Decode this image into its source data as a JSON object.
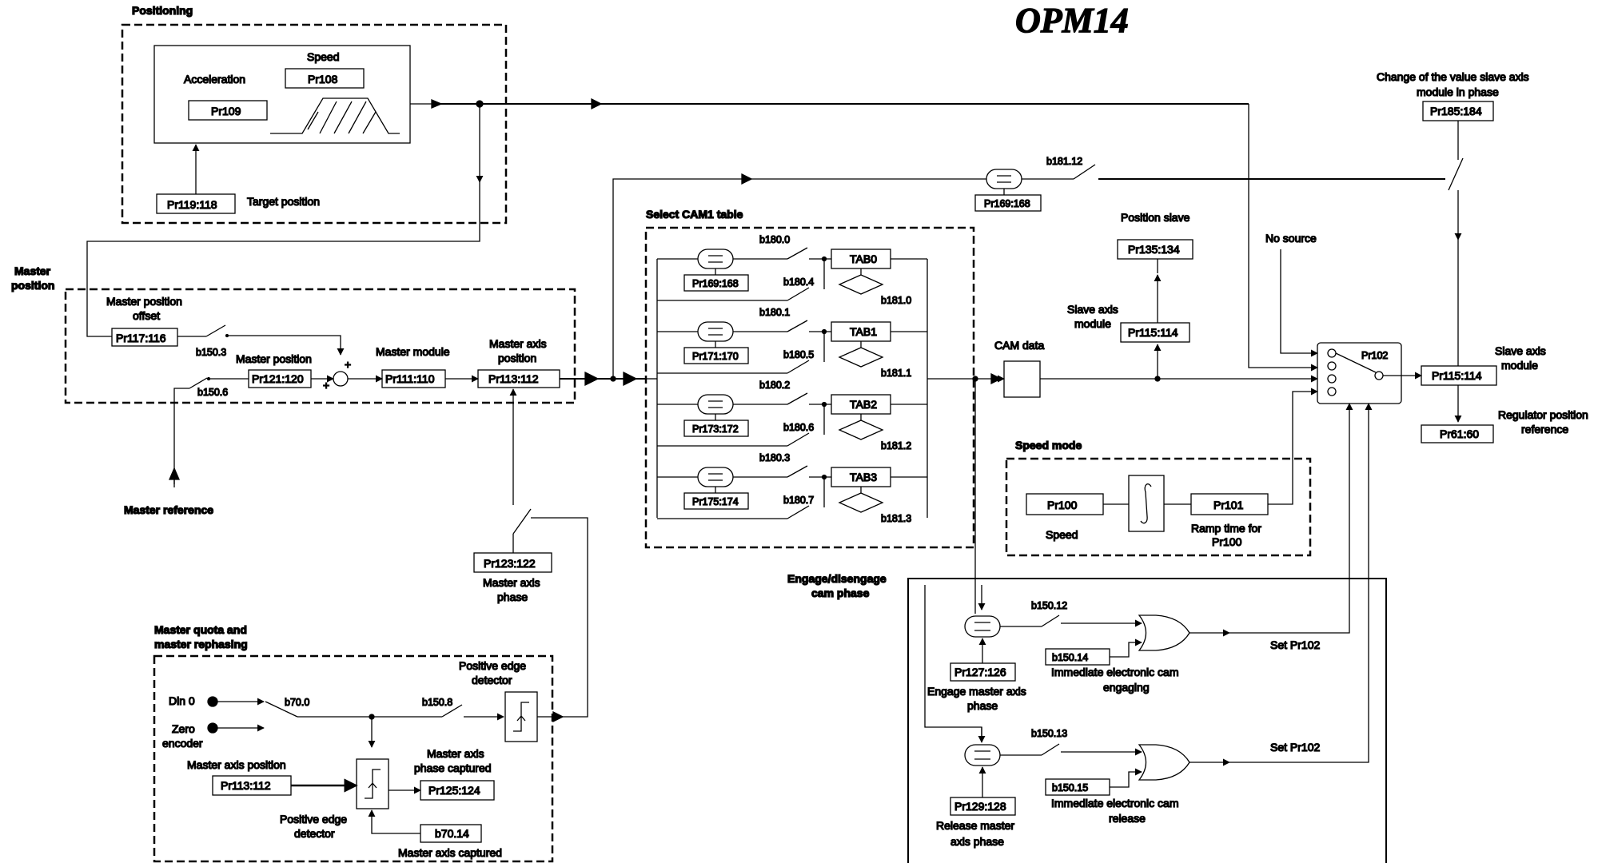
{
  "title": "OPM14",
  "groups": {
    "positioning": "Positioning",
    "select_cam": "Select CAM1 table",
    "speed_mode": "Speed mode",
    "master_quota_1": "Master quota and",
    "master_quota_2": "master rephasing",
    "engage_1": "Engage/disengage",
    "engage_2": "cam phase"
  },
  "params": {
    "pr108": "Pr108",
    "pr109": "Pr109",
    "pr119": "Pr119:118",
    "pr117": "Pr117:116",
    "pr121": "Pr121:120",
    "pr111": "Pr111:110",
    "pr113": "Pr113:112",
    "pr169a": "Pr169:168",
    "pr169b": "Pr169:168",
    "pr171": "Pr171:170",
    "pr173": "Pr173:172",
    "pr175": "Pr175:174",
    "pr135": "Pr135:134",
    "pr115a": "Pr115:114",
    "pr115b": "Pr115:114",
    "pr185": "Pr185:184",
    "pr61": "Pr61:60",
    "pr100": "Pr100",
    "pr101": "Pr101",
    "pr123": "Pr123:122",
    "pr127": "Pr127:126",
    "pr129": "Pr129:128",
    "pr113b": "Pr113:112",
    "pr125": "Pr125:124",
    "b70_14": "b70.14",
    "b150_14": "b150.14",
    "b150_15": "b150.15"
  },
  "tables": [
    "TAB0",
    "TAB1",
    "TAB2",
    "TAB3"
  ],
  "labels": {
    "speed": "Speed",
    "acceleration": "Acceleration",
    "target_position": "Target position",
    "master_position_1": "Master",
    "master_position_2": "position",
    "master_pos_offset_1": "Master position",
    "master_pos_offset_2": "offset",
    "master_position": "Master position",
    "master_module": "Master module",
    "master_axis_position_1": "Master axis",
    "master_axis_position_2": "position",
    "master_reference": "Master reference",
    "position_slave": "Position slave",
    "slave_axis_module_1": "Slave axis",
    "slave_axis_module_2": "module",
    "cam_data": "CAM data",
    "no_source": "No source",
    "pr102": "Pr102",
    "change_value_1": "Change of the value slave axis",
    "change_value_2": "module in phase",
    "slave_axis_module_r1": "Slave axis",
    "slave_axis_module_r2": "module",
    "reg_pos_ref_1": "Regulator position",
    "reg_pos_ref_2": "reference",
    "speed_small": "Speed",
    "ramp_time_1": "Ramp time for",
    "ramp_time_2": "Pr100",
    "master_axis_phase_1": "Master axis",
    "master_axis_phase_2": "phase",
    "positive_edge_1": "Positive edge",
    "positive_edge_2": "detector",
    "din0": "Din 0",
    "zero_1": "Zero",
    "zero_2": "encoder",
    "master_axis_position_q": "Master axis position",
    "mapc_1": "Master axis",
    "mapc_2": "phase captured",
    "pedet_1": "Positive edge",
    "pedet_2": "detector",
    "master_axis_captured": "Master axis captured",
    "engage_master_1": "Engage master axis",
    "engage_master_2": "phase",
    "release_master_1": "Release master",
    "release_master_2": "axis phase",
    "imm_engaging_1": "Immediate electronic cam",
    "imm_engaging_2": "engaging",
    "imm_release_1": "Immediate electronic cam",
    "imm_release_2": "release",
    "set_pr102_a": "Set Pr102",
    "set_pr102_b": "Set Pr102",
    "plus1": "+",
    "plus2": "+"
  },
  "bits": {
    "b150_3": "b150.3",
    "b150_6": "b150.6",
    "b180_0": "b180.0",
    "b180_4": "b180.4",
    "b181_0": "b181.0",
    "b180_1": "b180.1",
    "b180_5": "b180.5",
    "b181_1": "b181.1",
    "b180_2": "b180.2",
    "b180_6": "b180.6",
    "b181_2": "b181.2",
    "b180_3": "b180.3",
    "b180_7": "b180.7",
    "b181_3": "b181.3",
    "b181_12": "b181.12",
    "b70_0": "b70.0",
    "b150_8": "b150.8",
    "b150_12": "b150.12",
    "b150_13": "b150.13"
  },
  "colors": {
    "line": "#000000",
    "background": "#ffffff"
  }
}
